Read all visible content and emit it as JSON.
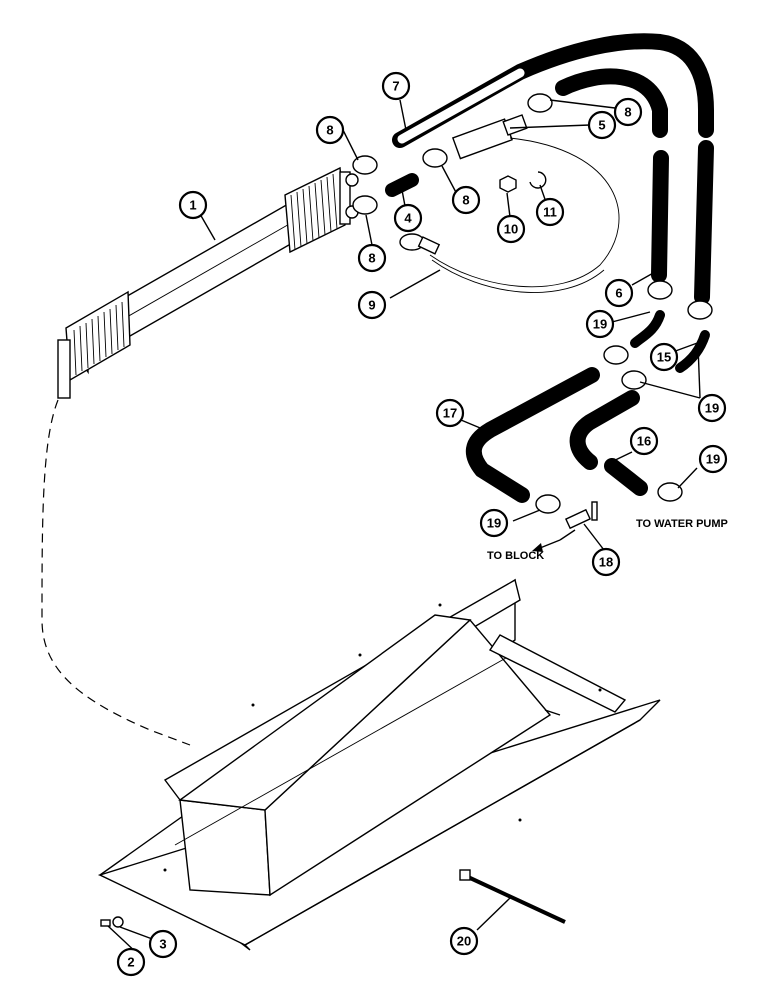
{
  "callouts": {
    "c1": "1",
    "c2": "2",
    "c3": "3",
    "c4": "4",
    "c5": "5",
    "c6": "6",
    "c7": "7",
    "c8a": "8",
    "c8b": "8",
    "c8c": "8",
    "c8d": "8",
    "c9": "9",
    "c10": "10",
    "c11": "11",
    "c15": "15",
    "c16": "16",
    "c17": "17",
    "c18": "18",
    "c19a": "19",
    "c19b": "19",
    "c19c": "19",
    "c19d": "19",
    "c20": "20"
  },
  "notes": {
    "to_water_pump": "TO WATER PUMP",
    "to_block": "TO BLOCK"
  }
}
